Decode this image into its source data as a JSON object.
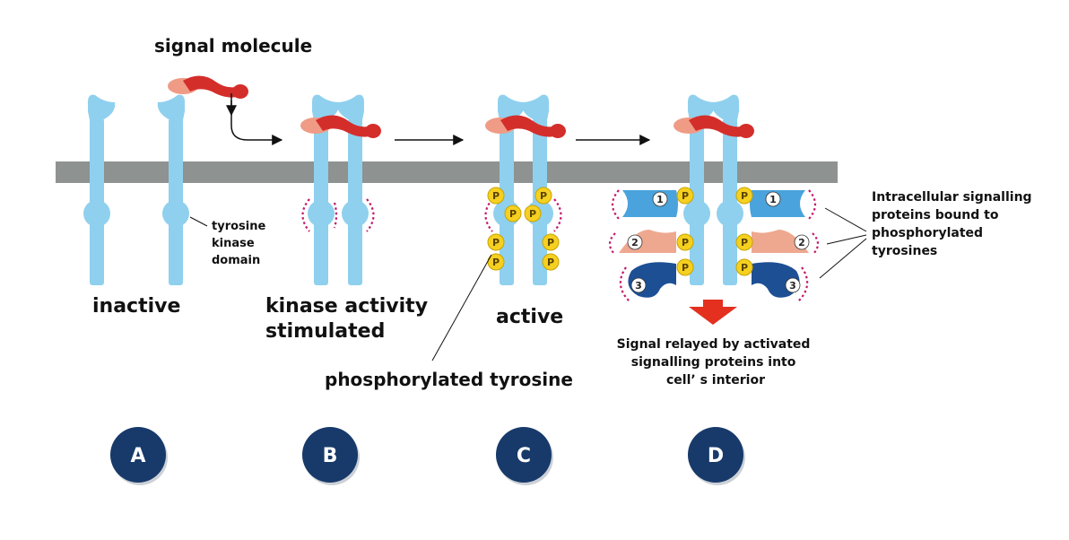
{
  "labels": {
    "signal_molecule": "signal molecule",
    "tyrosine_kinase_domain": [
      "tyrosine",
      "kinase",
      "domain"
    ],
    "inactive": "inactive",
    "kinase_activity_stimulated": [
      "kinase activity",
      "stimulated"
    ],
    "active": "active",
    "phosphorylated_tyrosine": "phosphorylated tyrosine",
    "intracellular_signalling": [
      "Intracellular signalling",
      "proteins bound to",
      "phosphorylated",
      "tyrosines"
    ],
    "signal_relayed": [
      "Signal relayed by activated",
      "signalling proteins into",
      "cellʼ s interior"
    ]
  },
  "phosphate_label": "P",
  "protein_numbers": [
    "1",
    "2",
    "3"
  ],
  "panels": [
    "A",
    "B",
    "C",
    "D"
  ],
  "colors": {
    "membrane": "#8e9290",
    "receptor": "#8fd0ee",
    "signal_dark": "#d42e2b",
    "signal_light": "#ef9b86",
    "phosphate": "#f5d020",
    "protein1": "#4aa3dc",
    "protein2": "#eea890",
    "protein3": "#1d4f94",
    "panel_circle": "#173a6a",
    "relay_arrow": "#e3301f"
  }
}
